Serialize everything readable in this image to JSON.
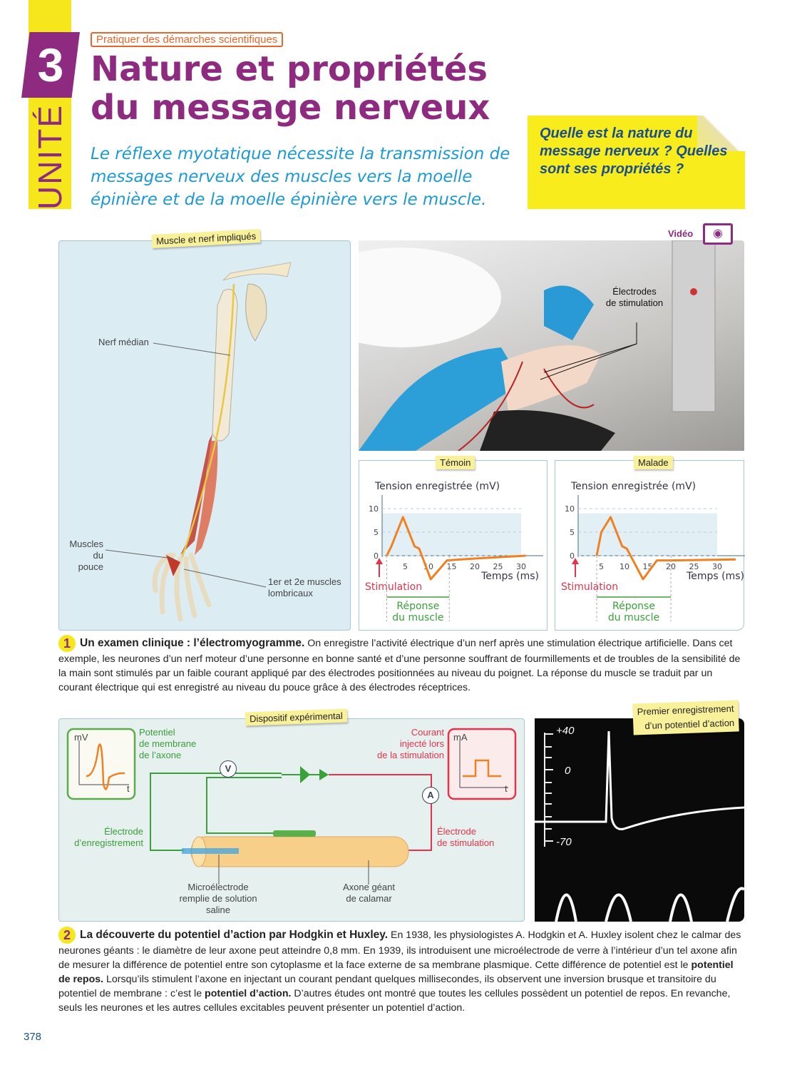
{
  "header": {
    "unit_word": "UNITÉ",
    "unit_number": "3",
    "tag": "Pratiquer des démarches scientifiques",
    "title_line1": "Nature et propriétés",
    "title_line2": "du message nerveux",
    "subtitle": "Le réflexe myotatique nécessite la transmission de messages nerveux des muscles vers la moelle épinière et de la moelle épinière vers le muscle.",
    "question": "Quelle est la nature du message nerveux ? Quelles sont ses propriétés ?"
  },
  "doc1": {
    "arm_label": "Muscle et nerf impliqués",
    "nerf": "Nerf médian",
    "muscles_pouce_1": "Muscles",
    "muscles_pouce_2": "du pouce",
    "lombricaux_1": "1er et 2e muscles",
    "lombricaux_2": "lombricaux",
    "video": "Vidéo",
    "electrodes_1": "Électrodes",
    "electrodes_2": "de stimulation",
    "caption_title": "Un examen clinique : l’électromyogramme.",
    "caption": "On enregistre l’activité électrique d’un nerf après une stimulation électrique artificielle. Dans cet exemple, les neurones d’un nerf moteur d’une personne en bonne santé et d’une personne souffrant de fourmillements et de troubles de la sensibilité de la main sont stimulés par un faible courant appliqué par des électrodes positionnées au niveau du poignet. La réponse du muscle se traduit par un courant électrique qui est enregistré au niveau du pouce grâce à des électrodes réceptrices.",
    "number": "1"
  },
  "chart_data": [
    {
      "type": "line",
      "title": "Témoin",
      "ylabel": "Tension enregistrée (mV)",
      "xlabel": "Temps (ms)",
      "xticks": [
        5,
        10,
        15,
        20,
        25,
        30
      ],
      "yticks": [
        0,
        5,
        10
      ],
      "xlim": [
        0,
        32
      ],
      "ylim": [
        -6,
        12
      ],
      "x": [
        1,
        2,
        4.5,
        7,
        8,
        10.5,
        14,
        20,
        31
      ],
      "y": [
        0,
        2,
        8.2,
        2,
        1.5,
        -5,
        -1,
        -0.6,
        0
      ],
      "stimulation_label": "Stimulation",
      "response_label_1": "Réponse",
      "response_label_2": "du muscle",
      "response_window": [
        1,
        14.5
      ]
    },
    {
      "type": "line",
      "title": "Malade",
      "ylabel": "Tension enregistrée (mV)",
      "xlabel": "Temps (ms)",
      "xticks": [
        5,
        10,
        15,
        20,
        25,
        30
      ],
      "yticks": [
        0,
        5,
        10
      ],
      "xlim": [
        0,
        34
      ],
      "ylim": [
        -6,
        12
      ],
      "x": [
        4,
        5,
        7,
        9.5,
        10.5,
        14,
        17,
        20,
        34
      ],
      "y": [
        0,
        5,
        8.2,
        2,
        1.5,
        -5,
        -1,
        -1,
        -0.8
      ],
      "stimulation_label": "Stimulation",
      "response_label_1": "Réponse",
      "response_label_2": "du muscle",
      "response_window": [
        4,
        20
      ]
    }
  ],
  "doc2": {
    "setup_label": "Dispositif expérimental",
    "mv": "mV",
    "ma": "mA",
    "t": "t",
    "potentiel": [
      "Potentiel",
      "de membrane",
      "de l’axone"
    ],
    "courant": [
      "Courant",
      "injecté lors",
      "de la stimulation"
    ],
    "v": "V",
    "a": "A",
    "elec_enr": [
      "Électrode",
      "d’enregistrement"
    ],
    "elec_stim": [
      "Électrode",
      "de stimulation"
    ],
    "micro": [
      "Microélectrode",
      "remplie de solution",
      "saline"
    ],
    "axone": [
      "Axone géant",
      "de calamar"
    ],
    "osc_label_1": "Premier enregistrement",
    "osc_label_2": "d’un potentiel d’action",
    "osc_p40": "+40",
    "osc_0": "0",
    "osc_m70": "-70",
    "number": "2",
    "caption_title": "La découverte du potentiel d’action par Hodgkin et Huxley.",
    "caption_a": "En 1938, les physiologistes A. Hodgkin et A. Huxley isolent chez le calmar des neurones géants : le diamètre de leur axone peut atteindre 0,8 mm. En 1939, ils introduisent une microélectrode de verre à l’intérieur d’un tel axone afin de mesurer la différence de potentiel entre son cytoplasme et la face externe de sa membrane plasmique. Cette différence de potentiel est le ",
    "bold_1": "potentiel de repos.",
    "caption_b": " Lorsqu’ils stimulent l’axone en injectant un courant pendant quelques millisecondes, ils observent une inversion brusque et transitoire du potentiel de membrane : c’est le ",
    "bold_2": "potentiel d’action.",
    "caption_c": " D’autres études ont montré que toutes les cellules possèdent un potentiel de repos. En revanche, seuls les neurones et les autres cellules excitables peuvent présenter un potentiel d’action."
  },
  "page_number": "378"
}
